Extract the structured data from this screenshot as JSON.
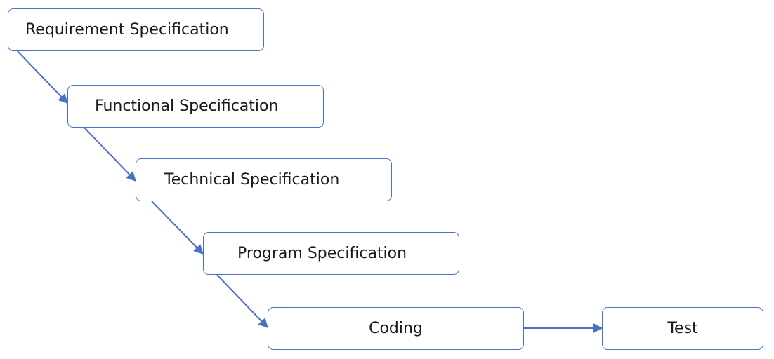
{
  "diagram": {
    "steps": [
      {
        "label": "Requirement Specification"
      },
      {
        "label": "Functional Specification"
      },
      {
        "label": "Technical Specification"
      },
      {
        "label": "Program Specification"
      },
      {
        "label": "Coding"
      },
      {
        "label": "Test"
      }
    ],
    "edges": [
      {
        "from": "Requirement Specification",
        "to": "Functional Specification"
      },
      {
        "from": "Functional Specification",
        "to": "Technical Specification"
      },
      {
        "from": "Technical Specification",
        "to": "Program Specification"
      },
      {
        "from": "Program Specification",
        "to": "Coding"
      },
      {
        "from": "Coding",
        "to": "Test"
      }
    ],
    "colors": {
      "border": "#4a72c4",
      "arrow": "#4a72c4",
      "text": "#1a1a1a",
      "background": "#ffffff"
    }
  }
}
